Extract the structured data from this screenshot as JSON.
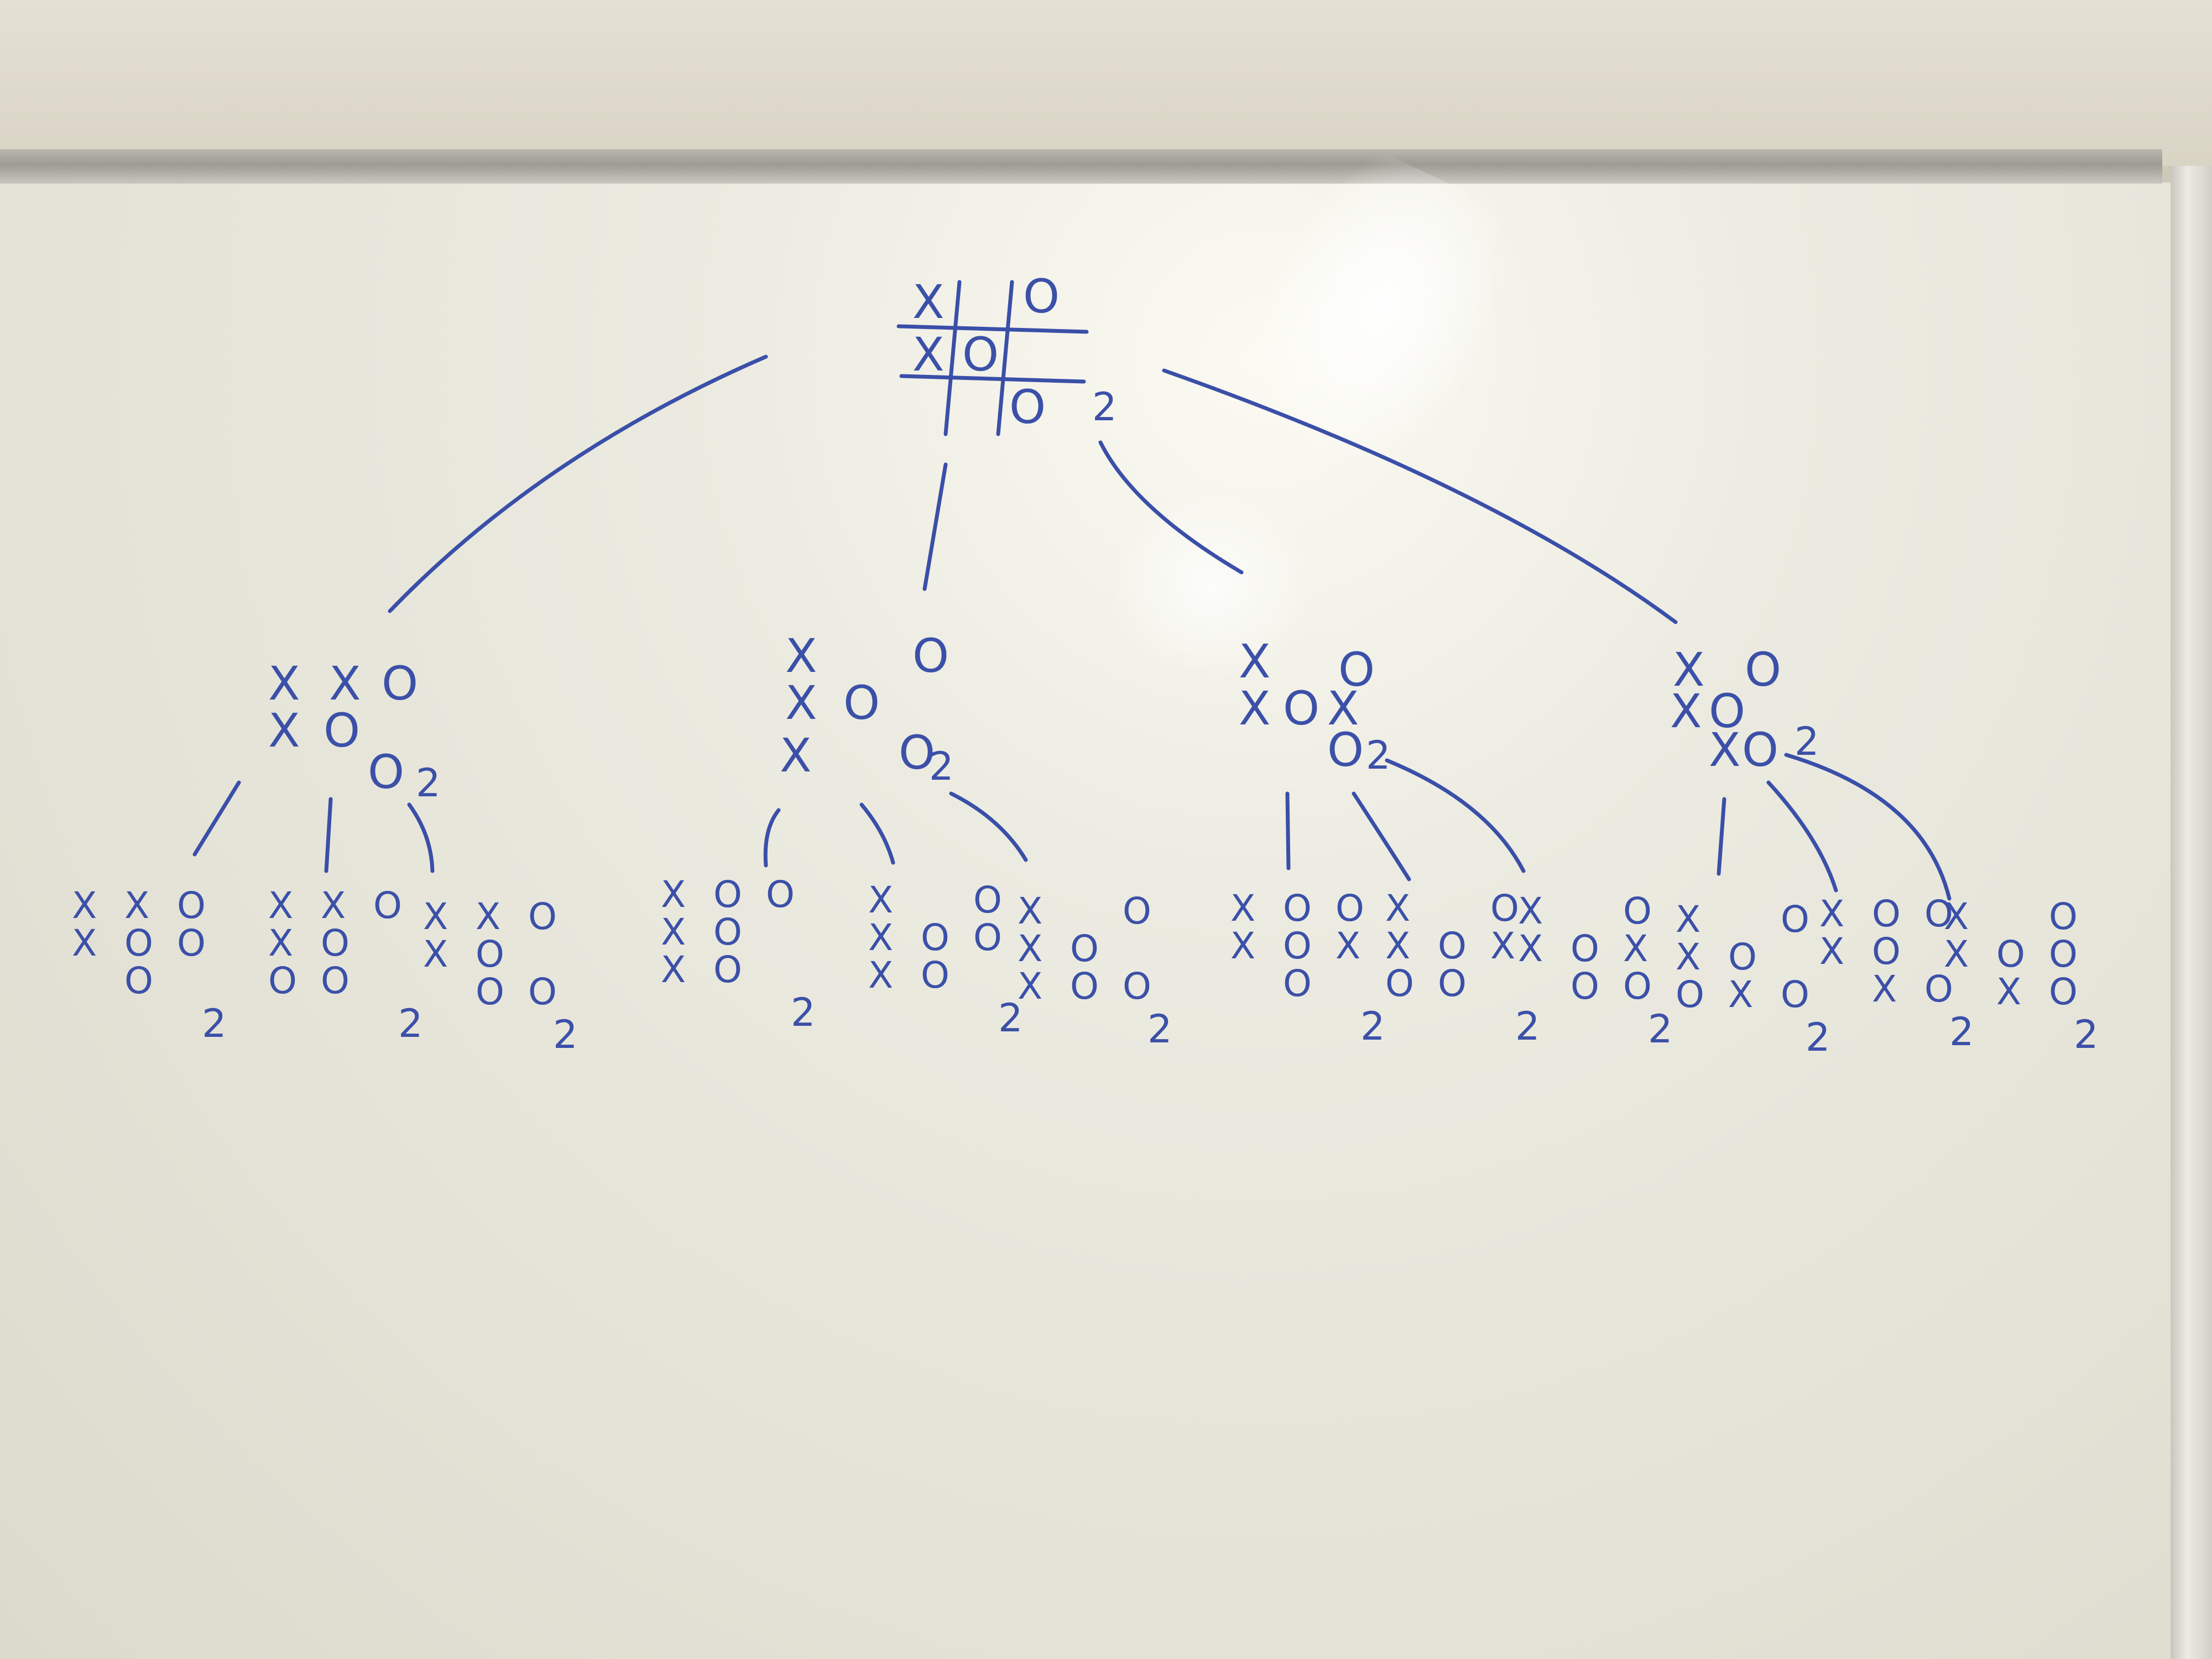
{
  "root": {
    "rows": [
      [
        "X",
        "",
        "O"
      ],
      [
        "X",
        "O",
        ""
      ],
      [
        "",
        "O",
        ""
      ]
    ],
    "score": "2"
  },
  "children": [
    {
      "rows": [
        [
          "X",
          "X",
          "O"
        ],
        [
          "X",
          "O",
          ""
        ],
        [
          "",
          "O",
          ""
        ]
      ],
      "score": "2",
      "children": [
        {
          "rows": [
            [
              "X",
              "X",
              "O"
            ],
            [
              "X",
              "O",
              "O"
            ],
            [
              "",
              "O",
              ""
            ]
          ],
          "score": "2"
        },
        {
          "rows": [
            [
              "X",
              "X",
              "O"
            ],
            [
              "X",
              "O",
              ""
            ],
            [
              "O",
              "O",
              ""
            ]
          ],
          "score": "2"
        },
        {
          "rows": [
            [
              "X",
              "X",
              "O"
            ],
            [
              "X",
              "O",
              ""
            ],
            [
              "",
              "O",
              "O"
            ]
          ],
          "score": "2"
        }
      ]
    },
    {
      "rows": [
        [
          "X",
          "",
          "O"
        ],
        [
          "X",
          "O",
          ""
        ],
        [
          "X",
          "O",
          ""
        ]
      ],
      "score": "2",
      "children": [
        {
          "rows": [
            [
              "X",
              "O",
              "O"
            ],
            [
              "X",
              "O",
              ""
            ],
            [
              "X",
              "O",
              ""
            ]
          ],
          "score": "2"
        },
        {
          "rows": [
            [
              "X",
              "",
              "O"
            ],
            [
              "X",
              "O",
              "O"
            ],
            [
              "X",
              "O",
              ""
            ]
          ],
          "score": "2"
        },
        {
          "rows": [
            [
              "X",
              "",
              "O"
            ],
            [
              "X",
              "O",
              ""
            ],
            [
              "X",
              "O",
              "O"
            ]
          ],
          "score": "2"
        }
      ]
    },
    {
      "rows": [
        [
          "X",
          "",
          "O"
        ],
        [
          "X",
          "O",
          "X"
        ],
        [
          "",
          "O",
          ""
        ]
      ],
      "score": "2",
      "children": [
        {
          "rows": [
            [
              "X",
              "O",
              "O"
            ],
            [
              "X",
              "O",
              "X"
            ],
            [
              "",
              "O",
              ""
            ]
          ],
          "score": "2"
        },
        {
          "rows": [
            [
              "X",
              "",
              "O"
            ],
            [
              "X",
              "O",
              "X"
            ],
            [
              "O",
              "O",
              ""
            ]
          ],
          "score": "2"
        },
        {
          "rows": [
            [
              "X",
              "",
              "O"
            ],
            [
              "X",
              "O",
              "X"
            ],
            [
              "",
              "O",
              "O"
            ]
          ],
          "score": "2"
        }
      ]
    },
    {
      "rows": [
        [
          "X",
          "",
          "O"
        ],
        [
          "X",
          "O",
          ""
        ],
        [
          "",
          "X",
          "O"
        ]
      ],
      "score": "2",
      "children": [
        {
          "rows": [
            [
              "X",
              "",
              "O"
            ],
            [
              "X",
              "O",
              ""
            ],
            [
              "O",
              "X",
              "O"
            ]
          ],
          "score": "2"
        },
        {
          "rows": [
            [
              "X",
              "O",
              "O"
            ],
            [
              "X",
              "O",
              ""
            ],
            [
              "",
              "X",
              "O"
            ]
          ],
          "score": "2"
        },
        {
          "rows": [
            [
              "X",
              "",
              "O"
            ],
            [
              "X",
              "O",
              "O"
            ],
            [
              "",
              "X",
              "O"
            ]
          ],
          "score": "2"
        }
      ]
    }
  ],
  "colors": {
    "ink": "#3a4fa8",
    "board": "#e7e6db",
    "rail": "#a8a69e"
  }
}
